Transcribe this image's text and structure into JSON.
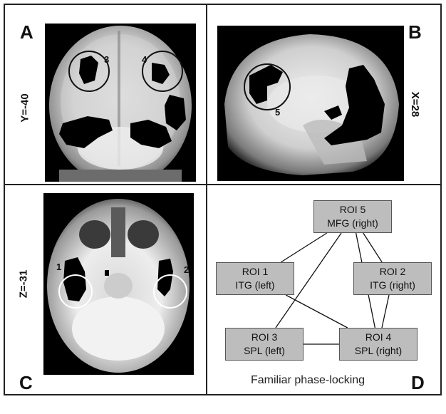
{
  "panels": {
    "a": {
      "letter": "A",
      "coord": "Y=-40",
      "rois": [
        "3",
        "4"
      ]
    },
    "b": {
      "letter": "B",
      "coord": "X=28",
      "rois": [
        "5"
      ]
    },
    "c": {
      "letter": "C",
      "coord": "Z=-31",
      "rois": [
        "1",
        "2"
      ]
    },
    "d": {
      "letter": "D",
      "caption": "Familiar phase-locking"
    }
  },
  "network": {
    "nodes": [
      {
        "id": "roi5",
        "name": "ROI 5",
        "region": "MFG (right)"
      },
      {
        "id": "roi1",
        "name": "ROI 1",
        "region": "ITG (left)"
      },
      {
        "id": "roi2",
        "name": "ROI 2",
        "region": "ITG (right)"
      },
      {
        "id": "roi3",
        "name": "ROI 3",
        "region": "SPL (left)"
      },
      {
        "id": "roi4",
        "name": "ROI 4",
        "region": "SPL (right)"
      }
    ],
    "edges": [
      [
        "roi5",
        "roi1"
      ],
      [
        "roi5",
        "roi2"
      ],
      [
        "roi5",
        "roi3"
      ],
      [
        "roi5",
        "roi4"
      ],
      [
        "roi1",
        "roi4"
      ],
      [
        "roi2",
        "roi4"
      ],
      [
        "roi3",
        "roi4"
      ]
    ]
  },
  "colors": {
    "activation": "#000000",
    "roi_circle_dark": "#111111",
    "roi_circle_light": "#ffffff",
    "node_fill": "#bdbdbd"
  }
}
